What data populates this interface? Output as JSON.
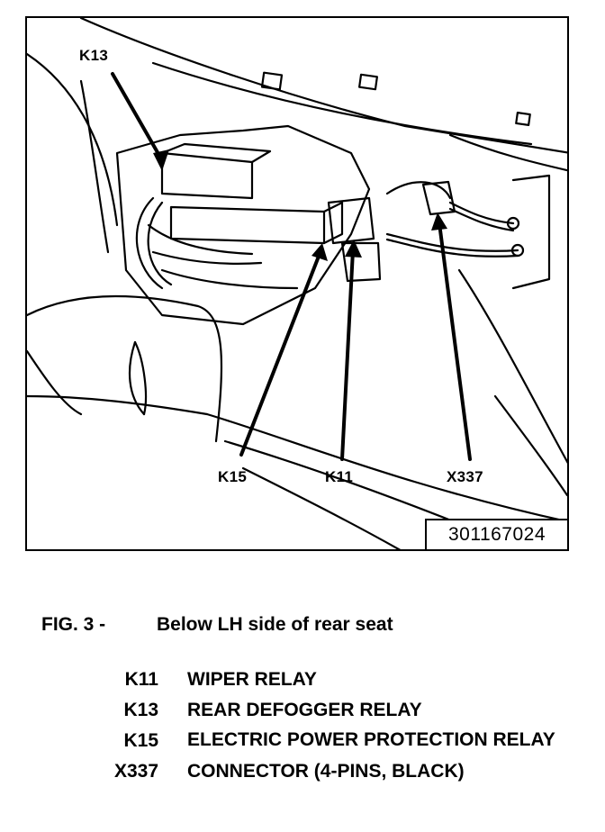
{
  "figure": {
    "callouts": {
      "k13": "K13",
      "k15": "K15",
      "k11": "K11",
      "x337": "X337"
    },
    "reference_number": "301167024"
  },
  "caption": {
    "figure_number": "FIG. 3 -",
    "title": "Below LH side of rear seat"
  },
  "legend": [
    {
      "code": "K11",
      "description": "WIPER RELAY"
    },
    {
      "code": "K13",
      "description": "REAR DEFOGGER RELAY"
    },
    {
      "code": "K15",
      "description": "ELECTRIC POWER PROTECTION RELAY"
    },
    {
      "code": "X337",
      "description": "CONNECTOR (4-PINS, BLACK)"
    }
  ]
}
